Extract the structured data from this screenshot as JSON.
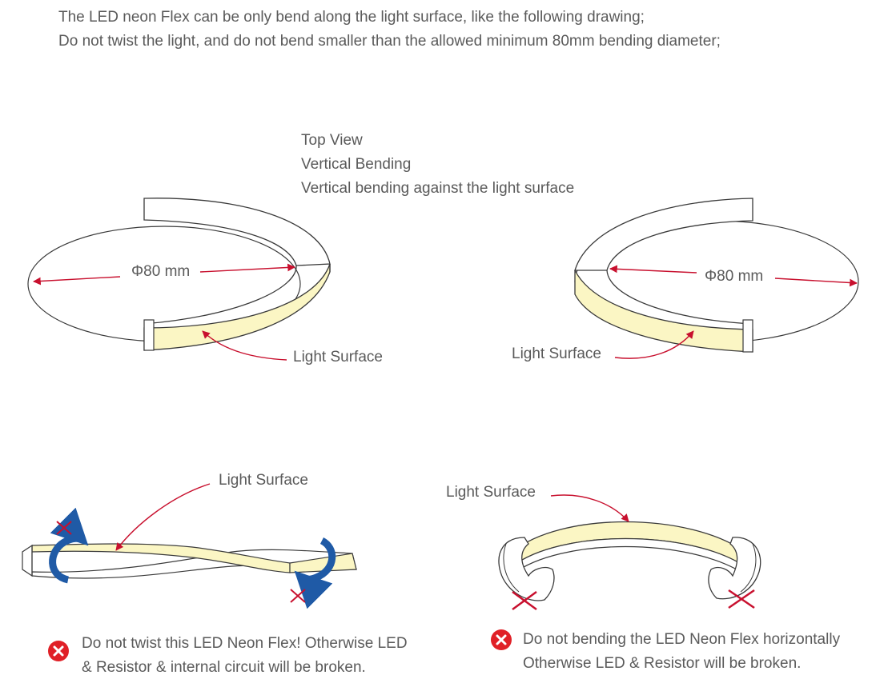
{
  "intro": {
    "line1": "The LED neon Flex can be only bend along the light surface, like the following drawing;",
    "line2": "Do not twist the light, and do not bend smaller than the allowed minimum 80mm bending diameter;"
  },
  "top_view": {
    "line1": "Top View",
    "line2": "Vertical Bending",
    "line3": "Vertical bending against the light surface"
  },
  "left_diagram": {
    "diameter": "Φ80 mm",
    "surface_label": "Light Surface"
  },
  "right_diagram": {
    "diameter": "Φ80 mm",
    "surface_label": "Light Surface"
  },
  "twist_diagram": {
    "surface_label": "Light Surface",
    "warning_line1": "Do not twist this LED Neon Flex! Otherwise LED",
    "warning_line2": "& Resistor & internal circuit will  be broken."
  },
  "horizontal_diagram": {
    "surface_label": "Light Surface",
    "warning_line1": "Do not bending the LED Neon Flex horizontally",
    "warning_line2": "Otherwise LED & Resistor will  be broken."
  },
  "colors": {
    "light_surface": "#fbf6c4",
    "arrow_red": "#c8102e",
    "twist_arrow_blue": "#1f5aa6",
    "warning_red": "#e02027",
    "outline": "#3a3a3a"
  },
  "icons": [
    "warning-x-icon",
    "twist-arrow-icon",
    "cross-mark-icon"
  ]
}
